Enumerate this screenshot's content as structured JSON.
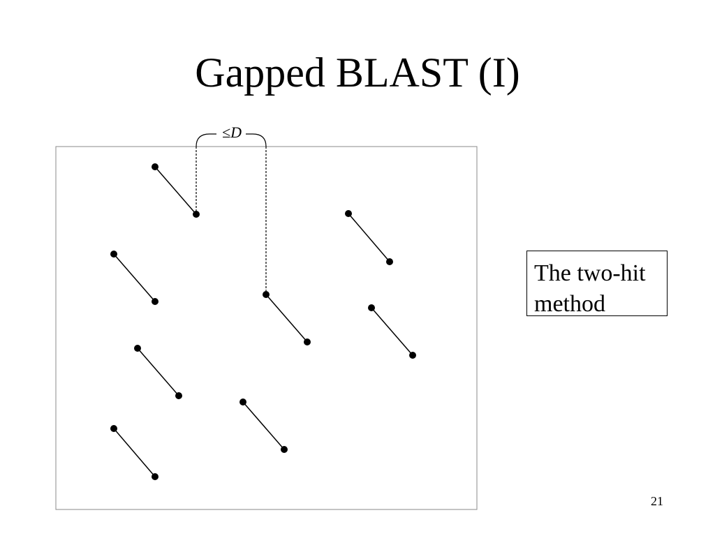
{
  "slide": {
    "title": "Gapped BLAST (I)",
    "page_number": "21"
  },
  "diagram": {
    "distance_label": "≤D",
    "caption": "The two-hit method",
    "colors": {
      "stroke": "#000000",
      "frame": "#888888",
      "background": "#ffffff"
    }
  }
}
